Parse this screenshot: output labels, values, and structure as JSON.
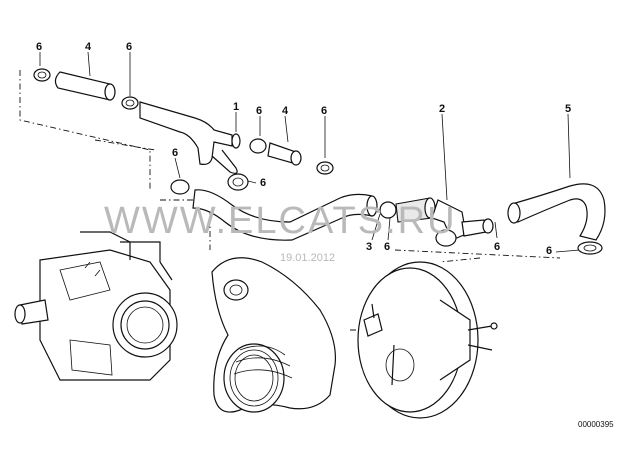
{
  "diagram": {
    "part_labels": [
      {
        "id": "p6a",
        "text": "6"
      },
      {
        "id": "p4a",
        "text": "4"
      },
      {
        "id": "p6b",
        "text": "6"
      },
      {
        "id": "p1",
        "text": "1"
      },
      {
        "id": "p6c",
        "text": "6"
      },
      {
        "id": "p4b",
        "text": "4"
      },
      {
        "id": "p6d",
        "text": "6"
      },
      {
        "id": "p2",
        "text": "2"
      },
      {
        "id": "p5",
        "text": "5"
      },
      {
        "id": "p6e",
        "text": "6"
      },
      {
        "id": "p6f",
        "text": "6"
      },
      {
        "id": "p3",
        "text": "3"
      },
      {
        "id": "p6g",
        "text": "6"
      },
      {
        "id": "p6h",
        "text": "6"
      },
      {
        "id": "p6i",
        "text": "6"
      }
    ],
    "watermark": "WWW.ELCATS.RU",
    "watermark_date": "19.01.2012",
    "drawing_code": "00000395"
  }
}
